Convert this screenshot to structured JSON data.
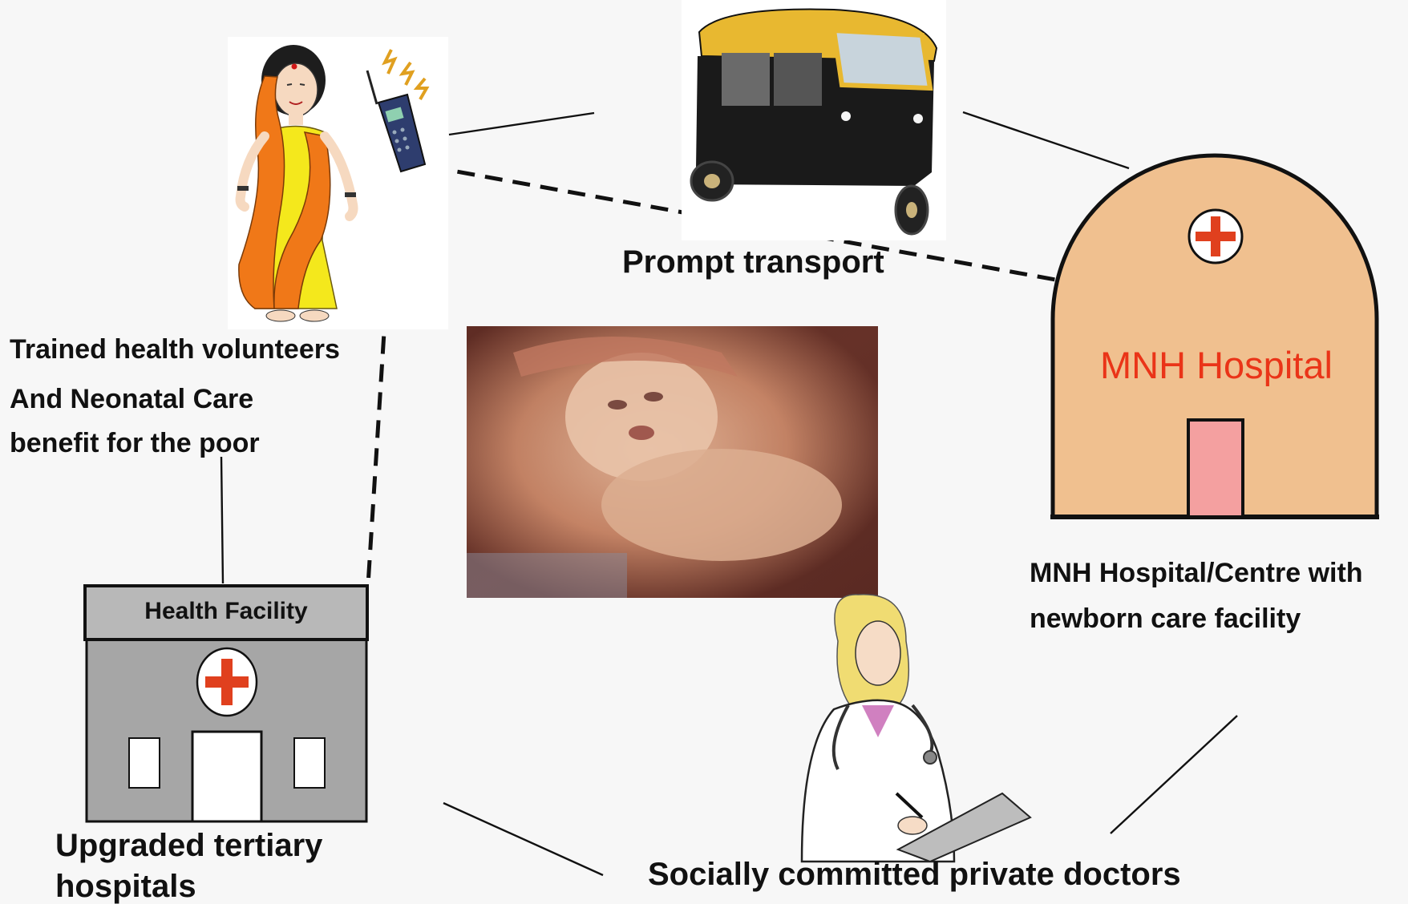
{
  "labels": {
    "prompt_transport": "Prompt transport",
    "volunteers_line1": "Trained health volunteers",
    "volunteers_line2": "And Neonatal Care",
    "volunteers_line3": "benefit for the poor",
    "mnh_hospital_sign": "MNH Hospital",
    "mnh_caption_line1": "MNH Hospital/Centre with",
    "mnh_caption_line2": "newborn care facility",
    "health_facility_sign": "Health Facility",
    "tertiary_line1": "Upgraded tertiary",
    "tertiary_line2": "hospitals",
    "private_doctors": "Socially committed private doctors"
  },
  "colors": {
    "background": "#f7f7f7",
    "hospital_fill": "#f0c08f",
    "hospital_door": "#f4a0a0",
    "hospital_text": "#ea3418",
    "red_cross": "#e0401e",
    "facility_grey": "#a6a6a6",
    "facility_roof": "#b8b8b8",
    "saree_orange": "#f07818",
    "saree_yellow": "#f4e81c",
    "rickshaw_yellow": "#e8b830",
    "rickshaw_black": "#1a1a1a"
  },
  "icons": [
    "volunteer-woman-illustration",
    "mobile-phone-icon",
    "auto-rickshaw-illustration",
    "newborn-photo",
    "doctor-illustration",
    "mnh-hospital-building-icon",
    "health-facility-building-icon"
  ]
}
